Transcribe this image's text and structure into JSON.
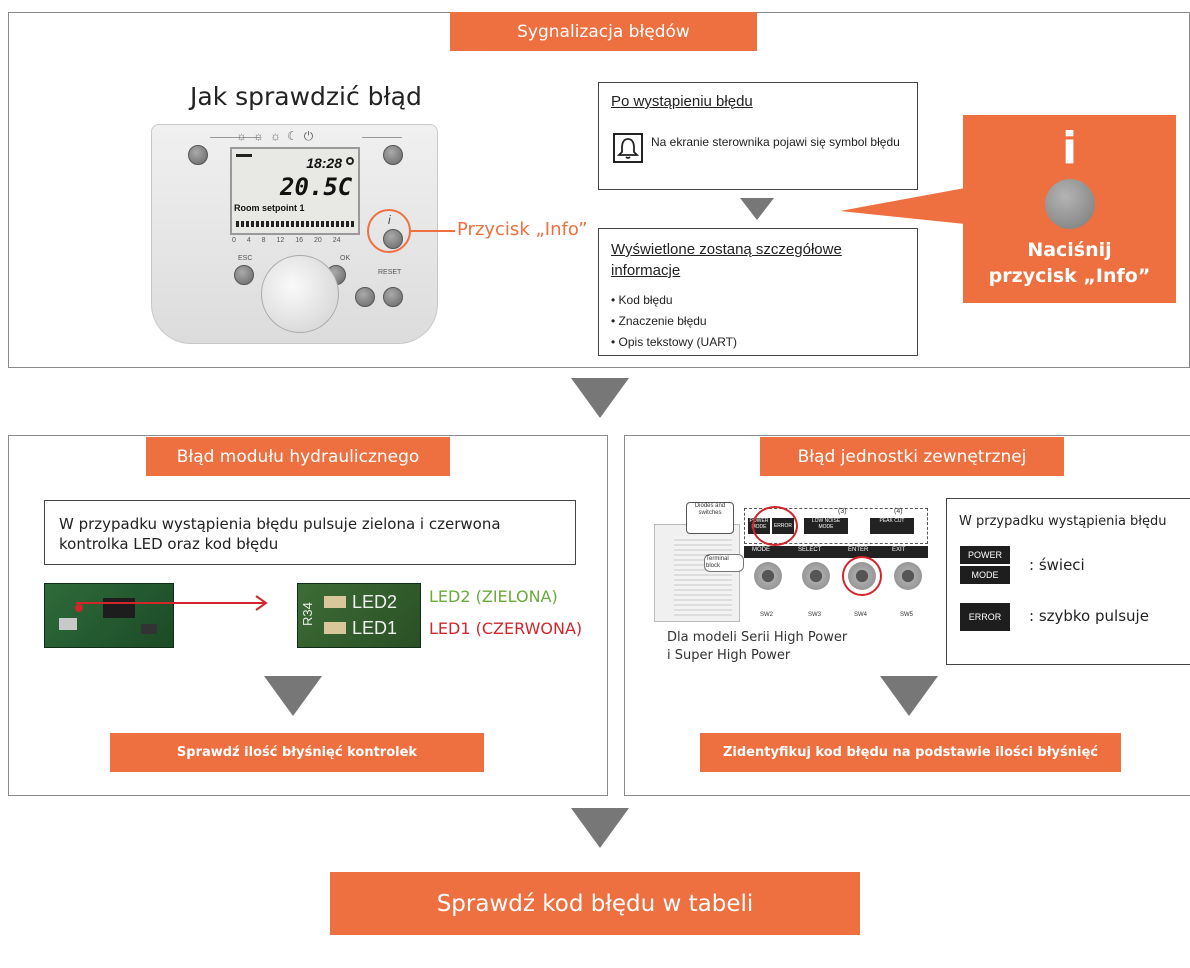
{
  "colors": {
    "accent": "#ee6f3f",
    "frame": "#8a8a8a",
    "arrow": "#777777",
    "green": "#6aaa3a",
    "red": "#d0262c"
  },
  "top": {
    "header": "Sygnalizacja błędów",
    "how_title": "Jak sprawdzić błąd",
    "thermostat": {
      "time": "18:28",
      "temp": "20.5C",
      "setpoint": "Room setpoint 1",
      "scale": "0 4 8 12 16 20 24",
      "esc": "ESC",
      "ok": "OK",
      "reset": "RESET",
      "info_glyph": "i"
    },
    "info_callout": "Przycisk „Info”",
    "box1_title": "Po wystąpieniu błędu",
    "box1_text": "Na ekranie sterownika pojawi się symbol błędu",
    "box2_title": "Wyświetlone zostaną szczegółowe informacje",
    "box2_items": [
      "• Kod błędu",
      "• Znaczenie błędu",
      "• Opis tekstowy (UART)"
    ],
    "press_letter": "i",
    "press_text_1": "Naciśnij",
    "press_text_2": "przycisk „Info”",
    "icons": {
      "bell": "bell-icon"
    }
  },
  "left": {
    "header": "Błąd modułu hydraulicznego",
    "text": "W przypadku wystąpienia błędu pulsuje zielona i czerwona kontrolka LED oraz kod błędu",
    "pcb_led2": "LED2",
    "pcb_led1": "LED1",
    "pcb_r34": "R34",
    "led2": "LED2 (ZIELONA)",
    "led1": "LED1 (CZERWONA)",
    "action": "Sprawdź ilość błyśnięć kontrolek"
  },
  "right": {
    "header": "Błąd jednostki zewnętrznej",
    "unit_labels": {
      "diodes": "Diodes and switches",
      "terminal": "Terminal block",
      "power_mode": "POWER MODE",
      "error": "ERROR",
      "low_noise": "LOW NOISE MODE",
      "peak_cut": "PEAK CUT",
      "n3": "(3)",
      "n4": "(4)",
      "mode": "MODE",
      "select": "SELECT",
      "enter": "ENTER",
      "exit": "EXIT",
      "sw2": "SW2",
      "sw3": "SW3",
      "sw4": "SW4",
      "sw5": "SW5"
    },
    "caption_1": "Dla modeli Serii High Power",
    "caption_2": "i Super High Power",
    "legend_title": "W przypadku wystąpienia błędu",
    "power": "POWER",
    "mode": "MODE",
    "lights": ": świeci",
    "error": "ERROR",
    "fast": ": szybko pulsuje",
    "action": "Zidentyfikuj kod błędu na podstawie ilości błyśnięć"
  },
  "bottom": {
    "label": "Sprawdź kod błędu w tabeli"
  }
}
